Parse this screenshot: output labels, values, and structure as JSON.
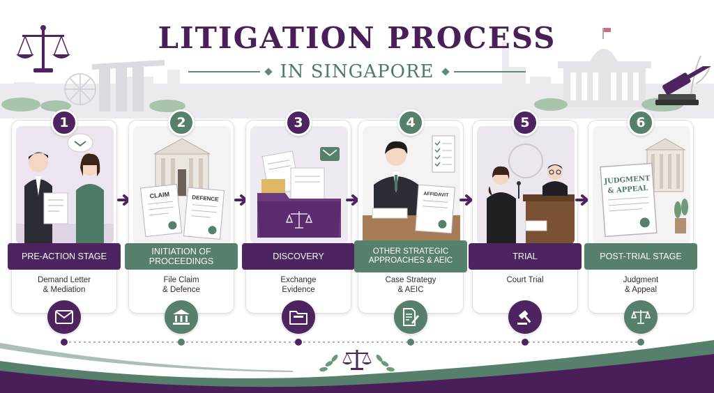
{
  "header": {
    "title": "LITIGATION PROCESS",
    "subtitle": "IN SINGAPORE"
  },
  "colors": {
    "purple": "#4e2460",
    "green": "#56806c",
    "title": "#4a1f59"
  },
  "stages": [
    {
      "number": "1",
      "label": "PRE-ACTION STAGE",
      "description": "Demand Letter\n& Mediation",
      "icon": "envelope-icon",
      "theme": "purple"
    },
    {
      "number": "2",
      "label": "INITIATION OF PROCEEDINGS",
      "description": "File Claim\n& Defence",
      "icon": "courthouse-icon",
      "theme": "green"
    },
    {
      "number": "3",
      "label": "DISCOVERY",
      "description": "Exchange\nEvidence",
      "icon": "folder-icon",
      "theme": "purple"
    },
    {
      "number": "4",
      "label": "OTHER STRATEGIC APPROACHES & AEIC",
      "description": "Case Strategy\n& AEIC",
      "icon": "document-pen-icon",
      "theme": "green"
    },
    {
      "number": "5",
      "label": "TRIAL",
      "description": "Court Trial",
      "icon": "gavel-icon",
      "theme": "purple"
    },
    {
      "number": "6",
      "label": "POST-TRIAL STAGE",
      "description": "Judgment\n& Appeal",
      "icon": "scales-icon",
      "theme": "green"
    }
  ],
  "illustration_text": {
    "claim": "CLAIM",
    "defence": "DEFENCE",
    "affidavit": "AFFIDAVIT",
    "judgment_line1": "JUDGMENT",
    "judgment_line2": "& APPEAL"
  }
}
